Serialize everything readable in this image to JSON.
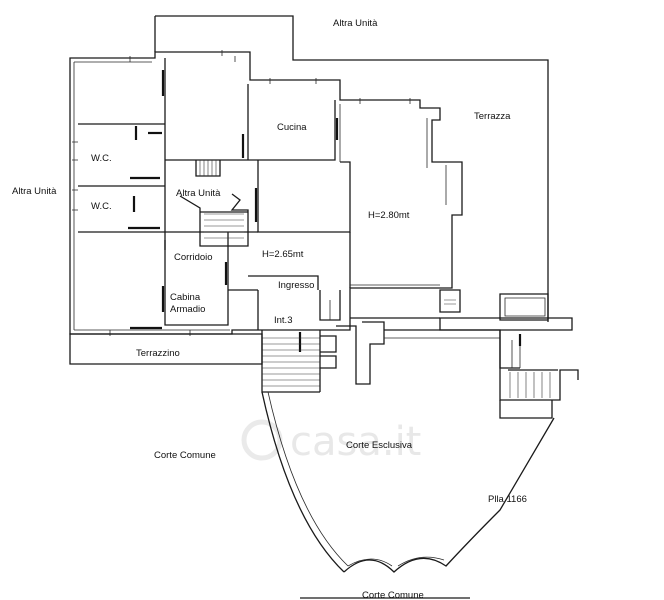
{
  "labels": {
    "altra_unita_top": "Altra Unità",
    "altra_unita_left": "Altra Unità",
    "altra_unita_inner": "Altra Unità",
    "terrazza": "Terrazza",
    "cucina": "Cucina",
    "wc_1": "W.C.",
    "wc_2": "W.C.",
    "h_280": "H=2.80mt",
    "h_265": "H=2.65mt",
    "corridoio": "Corridoio",
    "ingresso": "Ingresso",
    "cabina_line1": "Cabina",
    "cabina_line2": "Armadio",
    "int3": "Int.3",
    "terrazzino": "Terrazzino",
    "corte_comune_left": "Corte Comune",
    "corte_esclusiva": "Corte Esclusiva",
    "plla": "Plla 1166",
    "corte_comune_bottom": "Corte Comune"
  },
  "watermark": "casa.it"
}
